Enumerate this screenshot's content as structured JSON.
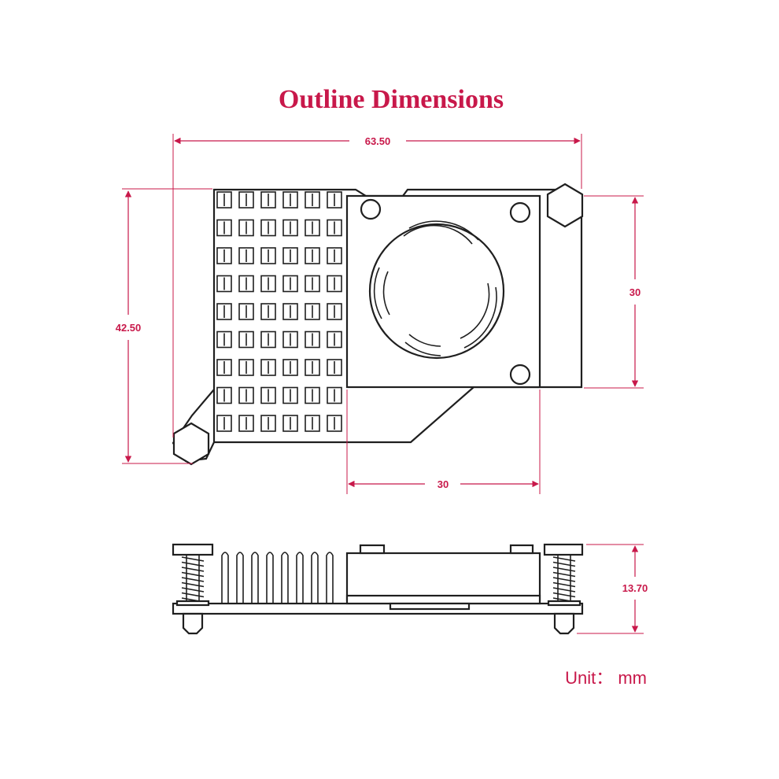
{
  "title": "Outline Dimensions",
  "unit_label": "Unit： mm",
  "colors": {
    "accent": "#c8184a",
    "line": "#1f1f1f",
    "background": "#ffffff"
  },
  "dimensions": {
    "total_width": "63.50",
    "total_height": "42.50",
    "fan_height": "30",
    "fan_width": "30",
    "side_height": "13.70"
  }
}
